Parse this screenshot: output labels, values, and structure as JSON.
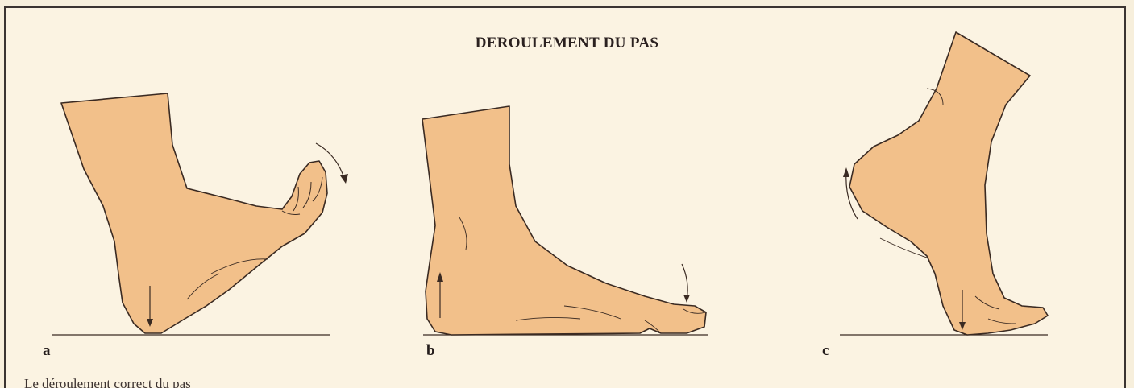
{
  "title": "DEROULEMENT DU PAS",
  "panels": [
    {
      "label": "a"
    },
    {
      "label": "b"
    },
    {
      "label": "c"
    }
  ],
  "caption": "Le déroulement correct du pas",
  "colors": {
    "skin": "#f2c08a",
    "outline": "#3a2a22",
    "background": "#fbf3e2",
    "frame": "#3b3431"
  }
}
